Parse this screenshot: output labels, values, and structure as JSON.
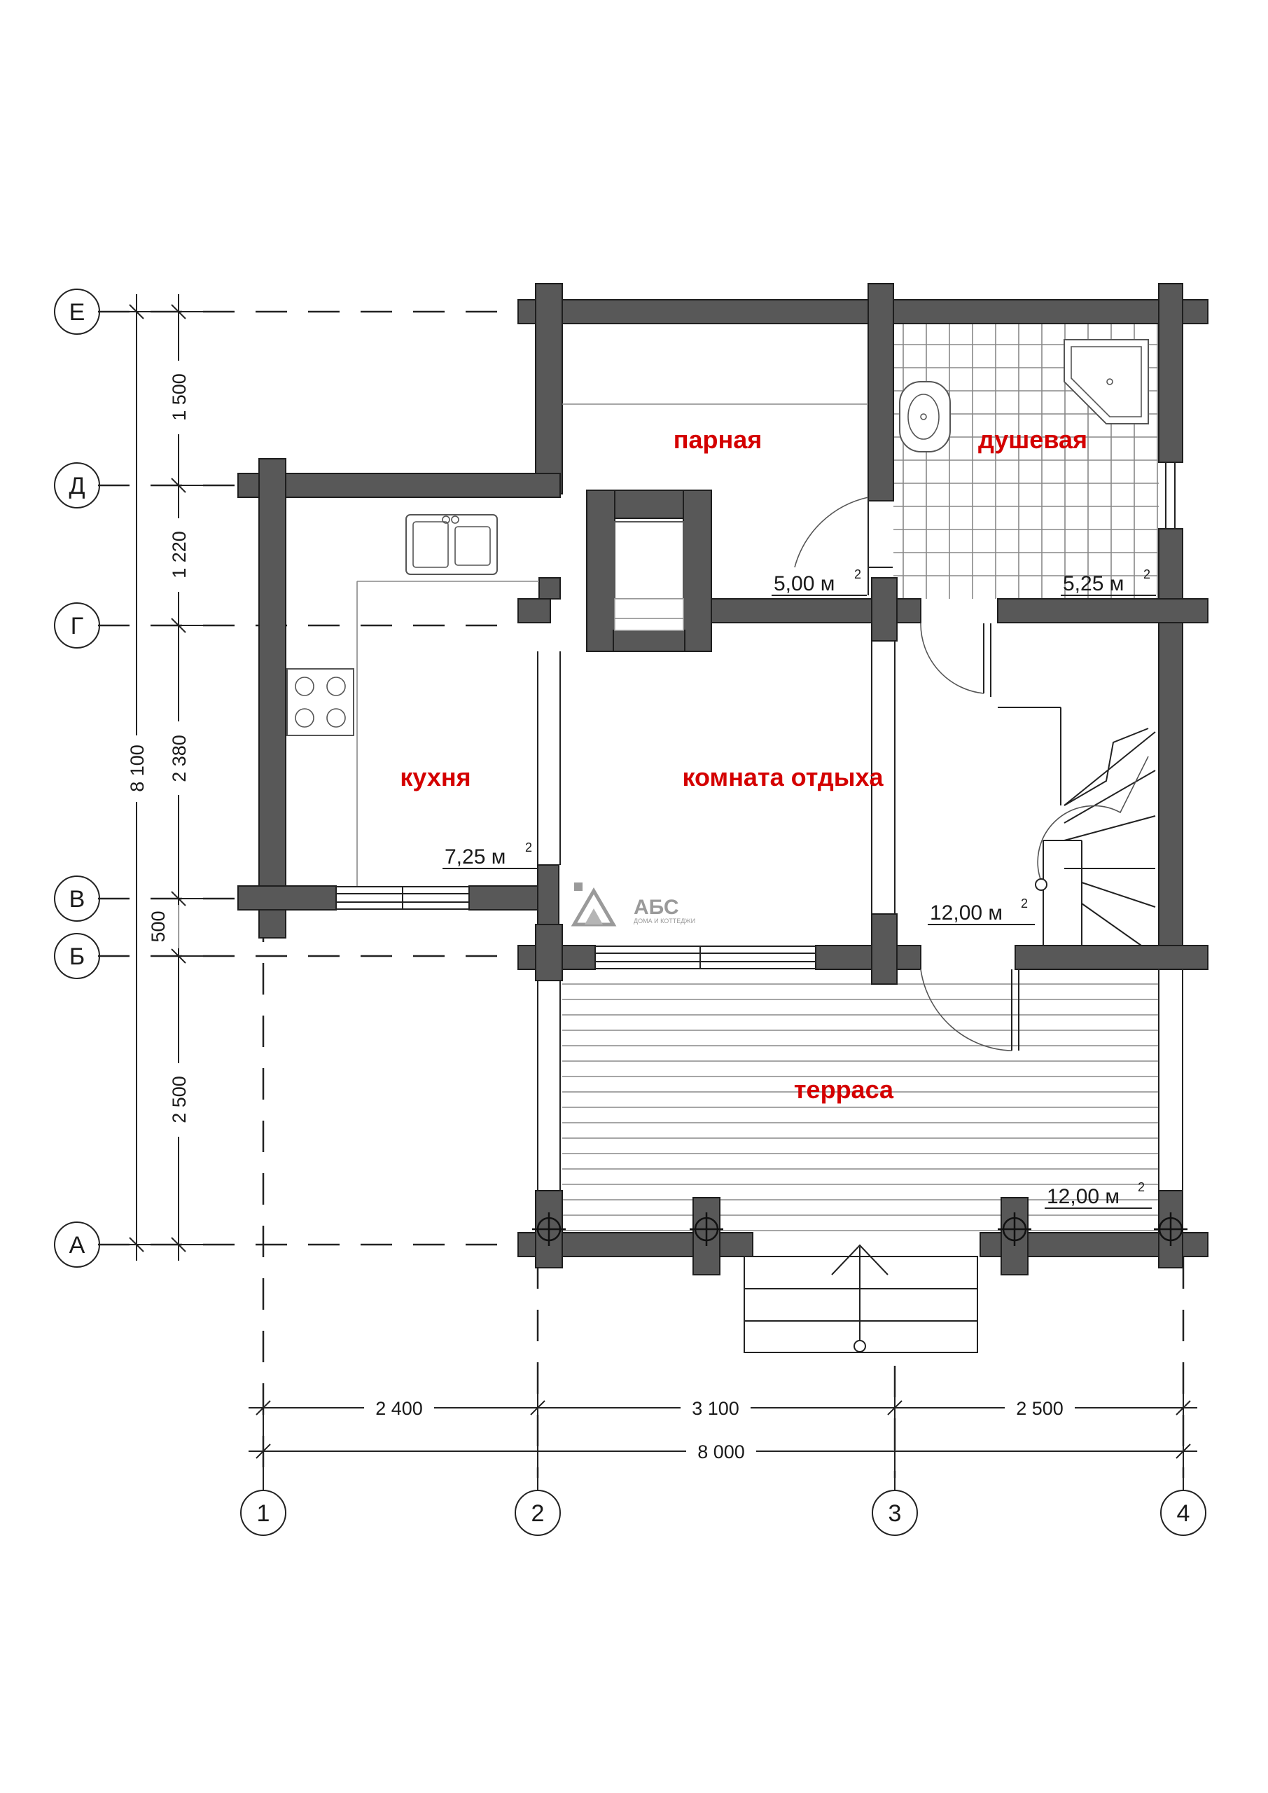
{
  "rooms": {
    "steam_room": "парная",
    "shower": "душевая",
    "kitchen": "кухня",
    "lounge": "комната отдыха",
    "terrace": "терраса"
  },
  "areas": {
    "steam_room": "5,00 м",
    "shower": "5,25 м",
    "kitchen": "7,25 м",
    "lounge": "12,00 м",
    "terrace": "12,00 м",
    "unit_superscript": "2"
  },
  "axes": {
    "letters": [
      "Е",
      "Д",
      "Г",
      "В",
      "Б",
      "А"
    ],
    "numbers": [
      "1",
      "2",
      "3",
      "4"
    ]
  },
  "dimensions": {
    "vertical": [
      "1 500",
      "1 220",
      "2 380",
      "500",
      "2 500"
    ],
    "vertical_total": "8 100",
    "horizontal": [
      "2 400",
      "3 100",
      "2 500"
    ],
    "horizontal_total": "8 000"
  },
  "logo": {
    "name": "АБС",
    "tagline": "ДОМА И КОТТЕДЖИ"
  },
  "colors": {
    "wall": "#585858",
    "room_label": "#d40000"
  }
}
